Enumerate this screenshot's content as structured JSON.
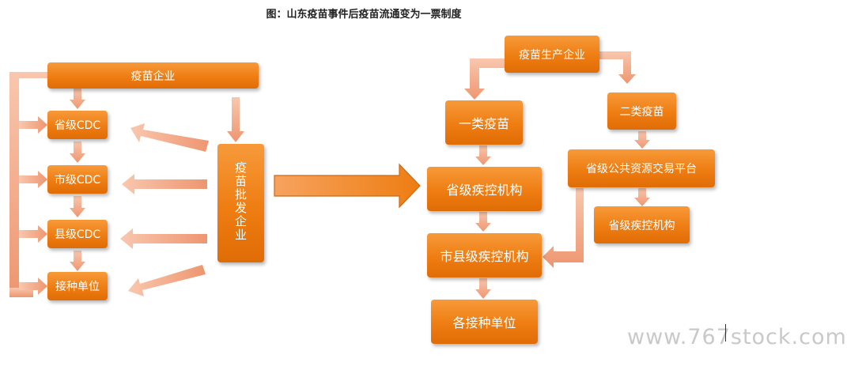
{
  "title": "图：山东疫苗事件后疫苗流通变为一票制度",
  "left": {
    "producer": "疫苗企业",
    "provincial": "省级CDC",
    "city": "市级CDC",
    "county": "县级CDC",
    "site": "接种单位",
    "wholesaler": "疫苗批发企业"
  },
  "right": {
    "producer": "疫苗生产企业",
    "class1": "一类疫苗",
    "class2": "二类疫苗",
    "platform": "省级公共资源交易平台",
    "provincial_cdc_a": "省级疾控机构",
    "provincial_cdc_b": "省级疾控机构",
    "city_county_cdc": "市县级疾控机构",
    "sites": "各接种单位"
  },
  "watermark": "www.767stock.com",
  "colors": {
    "box": "#ee7d12",
    "arrow": "#f0a27a"
  }
}
